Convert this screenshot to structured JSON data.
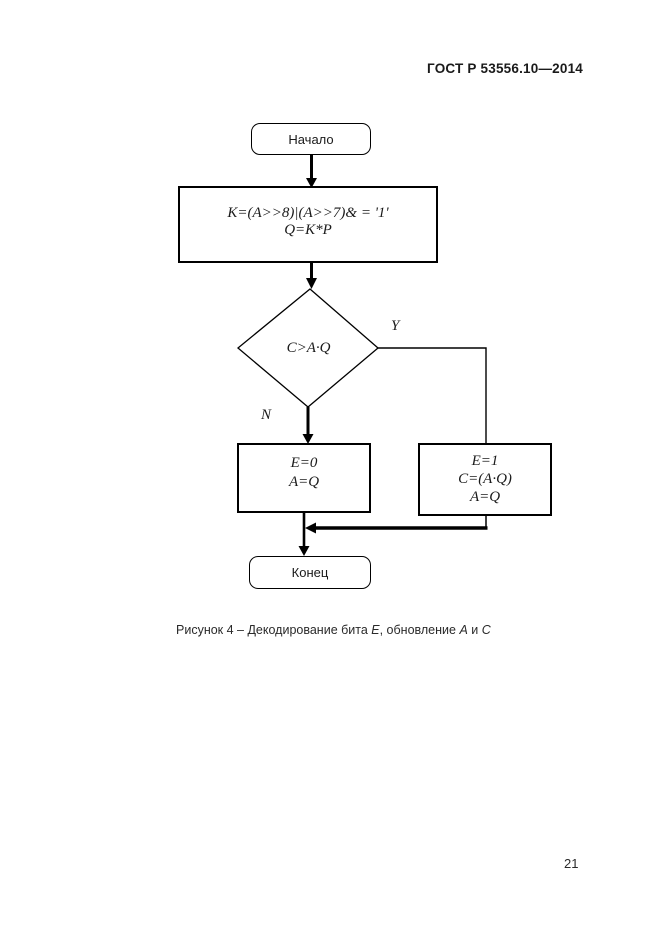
{
  "colors": {
    "background": "#ffffff",
    "ink": "#000000",
    "text": "#1a1a1a"
  },
  "header": {
    "doc_code": "ГОСТ Р 53556.10—2014"
  },
  "flowchart": {
    "start": {
      "label": "Начало"
    },
    "process": {
      "line1": "K=(A>>8)|(A>>7)& = '1'",
      "line2": "Q=K*P"
    },
    "decision": {
      "condition": "C>A·Q",
      "yes_label": "Y",
      "no_label": "N"
    },
    "no_branch_box": {
      "line1": "E=0",
      "line2": "A=Q"
    },
    "yes_branch_box": {
      "line1": "E=1",
      "line2": "C=(A·Q)",
      "line3": "A=Q"
    },
    "end": {
      "label": "Конец"
    }
  },
  "caption": {
    "part1": "Рисунок 4 – Декодирование бита ",
    "var1": "E",
    "part2": ", обновление ",
    "var2": "A",
    "part3": " и ",
    "var3": "C"
  },
  "footer": {
    "page_number": "21"
  }
}
